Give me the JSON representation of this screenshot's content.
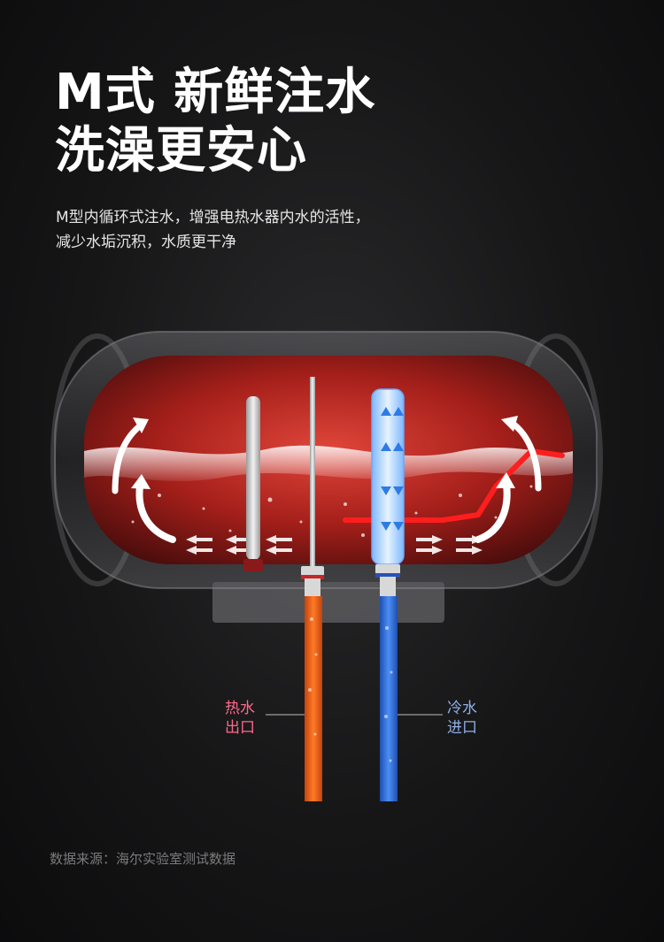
{
  "headline": {
    "line1": "M式 新鲜注水",
    "line2": "洗澡更安心"
  },
  "subtitle": {
    "line1": "M型内循环式注水，增强电热水器内水的活性，",
    "line2": "减少水垢沉积，水质更干净"
  },
  "labels": {
    "hot": {
      "line1": "热水",
      "line2": "出口",
      "color": "#ff6a8a"
    },
    "cold": {
      "line1": "冷水",
      "line2": "进口",
      "color": "#8fb0e8"
    }
  },
  "source_note": "数据来源：海尔实验室测试数据",
  "colors": {
    "background": "#161617",
    "tank_inner_hot": "#c8281e",
    "hot_pipe": "#f26a1b",
    "cold_pipe": "#2e6fe0",
    "heating_element": "#ff1e1e"
  }
}
